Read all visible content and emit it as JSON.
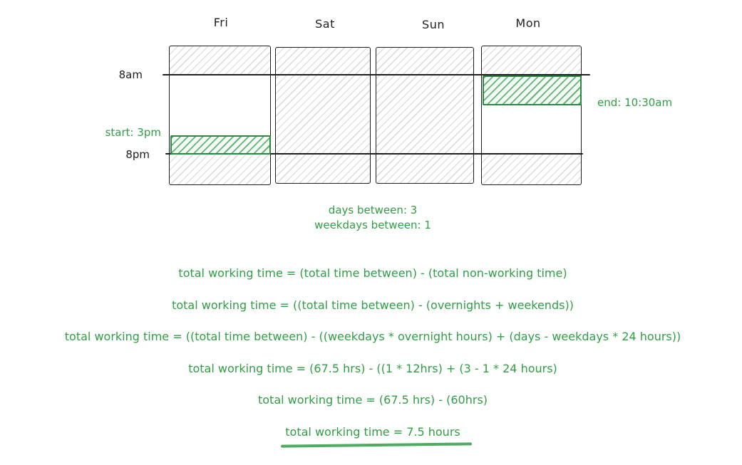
{
  "timeline": {
    "days": [
      {
        "label": "Fri"
      },
      {
        "label": "Sat"
      },
      {
        "label": "Sun"
      },
      {
        "label": "Mon"
      }
    ],
    "time_labels": {
      "morning": "8am",
      "evening": "8pm"
    },
    "start_label": "start: 3pm",
    "end_label": "end: 10:30am"
  },
  "summary": {
    "days_between": "days between: 3",
    "weekdays_between": "weekdays between: 1"
  },
  "equations": [
    "total working time = (total time between) - (total non-working time)",
    "total working time = ((total time between) - (overnights + weekends))",
    "total working time = ((total time between) - ((weekdays * overnight hours) + (days - weekdays * 24 hours))",
    "total working time = (67.5 hrs) - ((1 * 12hrs) + (3 - 1 * 24 hours)",
    "total working time = (67.5 hrs) - (60hrs)",
    "total working time = 7.5 hours"
  ],
  "colors": {
    "accent_green": "#2f9e44",
    "dark_green_stroke": "#2b8a3e",
    "ink": "#1e1e1e",
    "hatch_gray": "#788088"
  }
}
